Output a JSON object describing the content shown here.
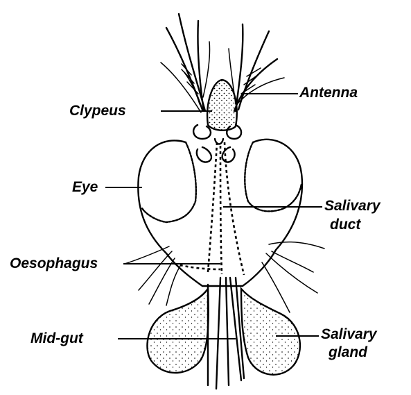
{
  "labels": {
    "antenna": "Antenna",
    "clypeus": "Clypeus",
    "eye": "Eye",
    "salivary_duct_line1": "Salivary",
    "salivary_duct_line2": "duct",
    "oesophagus": "Oesophagus",
    "mid_gut": "Mid-gut",
    "salivary_gland_line1": "Salivary",
    "salivary_gland_line2": "gland"
  },
  "colors": {
    "ink": "#000000",
    "background": "#ffffff"
  }
}
